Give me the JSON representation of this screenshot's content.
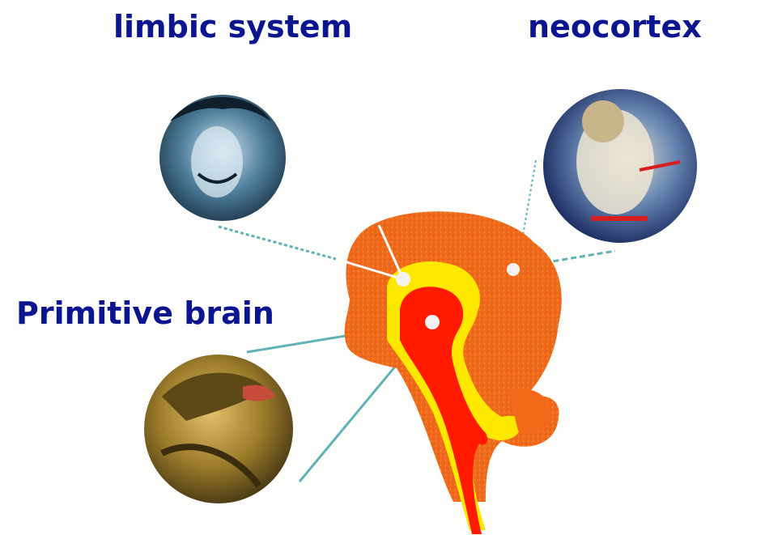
{
  "labels": {
    "limbic": "limbic system",
    "neocortex": "neocortex",
    "primitive": "Primitive brain"
  },
  "colors": {
    "label_text": "#0b1590",
    "neocortex_region": "#f26a1a",
    "limbic_region": "#ffe800",
    "primitive_region": "#ff1a00",
    "pointer_lines": "#5fb3b8"
  },
  "icons": {
    "limbic": "laughing-man-photo",
    "neocortex": "astronaut-photo",
    "primitive": "lizard-photo"
  }
}
